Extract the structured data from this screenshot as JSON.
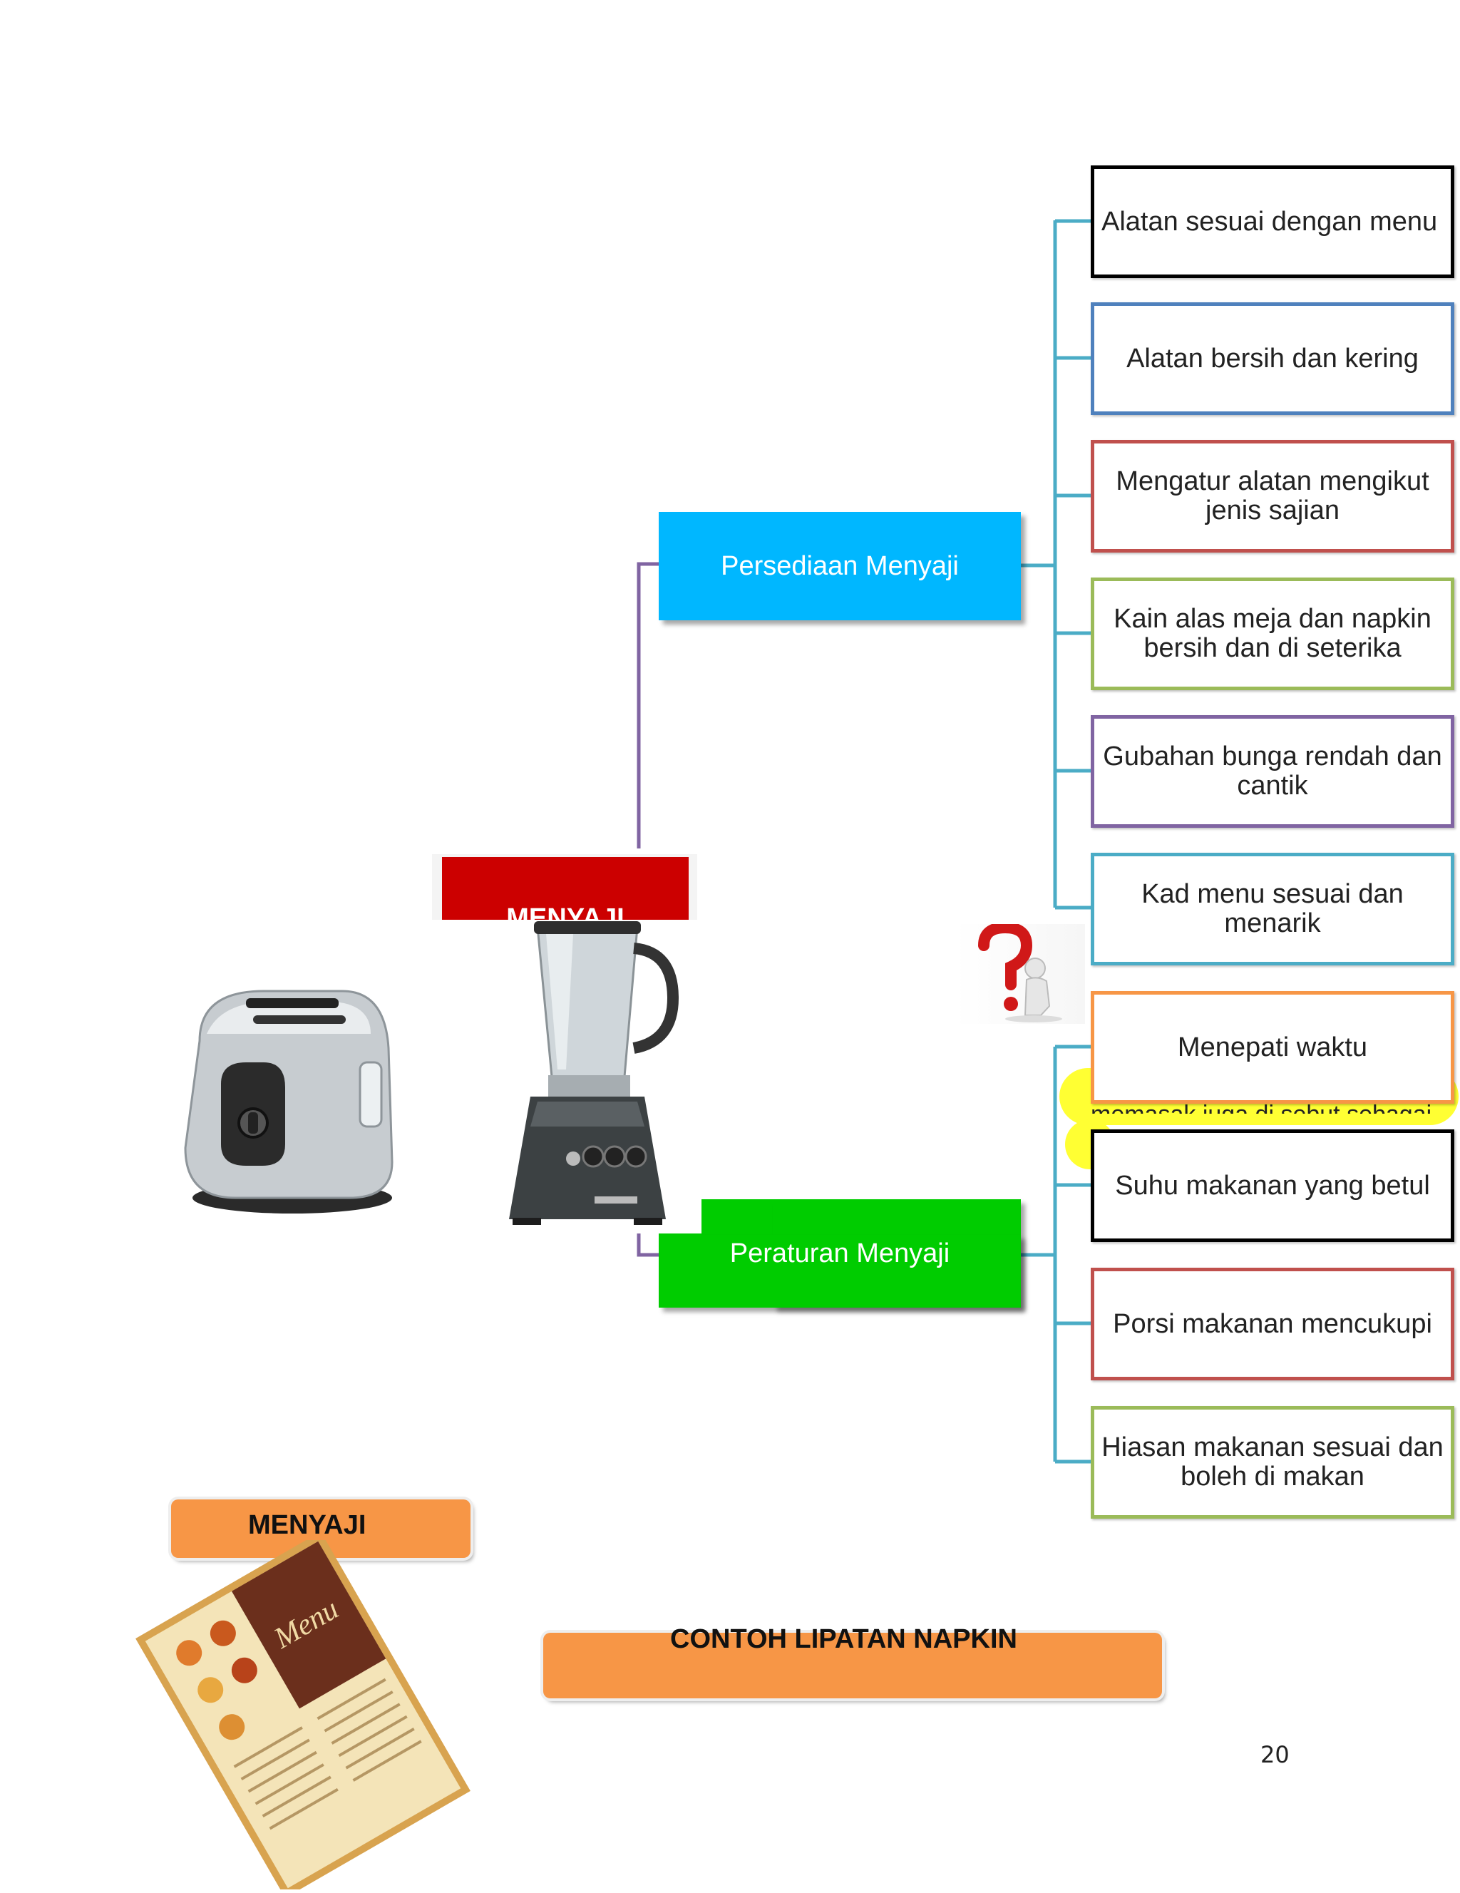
{
  "center": {
    "title": "MENYAJI"
  },
  "branches": {
    "persediaan": {
      "label": "Persediaan Menyaji",
      "color": "#00b7ff"
    },
    "peraturan": {
      "label": "Peraturan Menyaji",
      "color": "#00cc00"
    }
  },
  "persediaan_items": [
    {
      "text": "Alatan sesuai dengan menu",
      "border": "#000000"
    },
    {
      "text": "Alatan bersih dan kering",
      "border": "#4f81bd"
    },
    {
      "text": "Mengatur alatan mengikut jenis sajian",
      "border": "#c0504d"
    },
    {
      "text": "Kain alas meja dan napkin bersih dan di seterika",
      "border": "#9bbb59"
    },
    {
      "text": "Gubahan bunga rendah dan cantik",
      "border": "#8064a2"
    },
    {
      "text": "Kad menu sesuai dan menarik",
      "border": "#4bacc6"
    }
  ],
  "peraturan_items": [
    {
      "text": "Menepati waktu",
      "border": "#f79646"
    },
    {
      "text": "Suhu makanan yang betul",
      "border": "#000000"
    },
    {
      "text": "Porsi makanan mencukupi",
      "border": "#c0504d"
    },
    {
      "text": "Hiasan makanan sesuai dan boleh di makan",
      "border": "#9bbb59"
    }
  ],
  "overlap_text": "memasak juga di sebut sebagai",
  "menu_card": {
    "title": "Menu"
  },
  "tabs": {
    "menyaji": "MENYAJI",
    "napkin": "CONTOH LIPATAN NAPKIN"
  },
  "page_number": "20",
  "icons": [
    "toaster-icon",
    "blender-icon",
    "question-person-icon",
    "menu-card-icon"
  ]
}
